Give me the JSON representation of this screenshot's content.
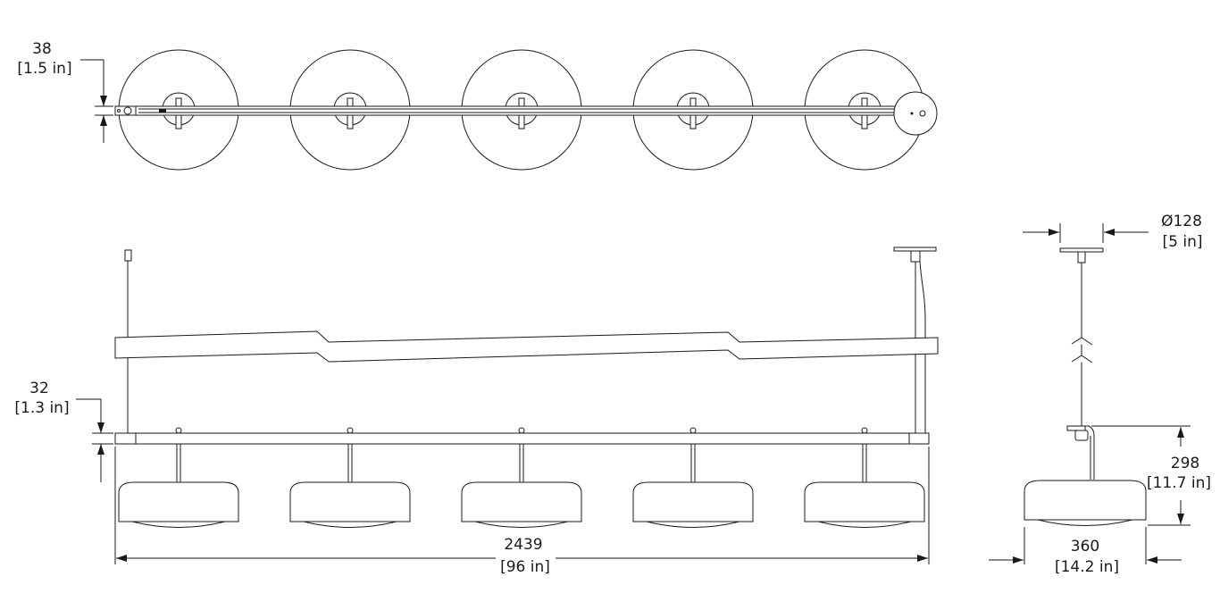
{
  "dimensions": {
    "top_bar_height": {
      "mm": "38",
      "in": "[1.5 in]"
    },
    "bar_height": {
      "mm": "32",
      "in": "[1.3 in]"
    },
    "overall_length": {
      "mm": "2439",
      "in": "[96 in]"
    },
    "canopy_diameter": {
      "mm": "Ø128",
      "in": "[5 in]"
    },
    "shade_height": {
      "mm": "298",
      "in": "[11.7 in]"
    },
    "shade_diameter": {
      "mm": "360",
      "in": "[14.2 in]"
    }
  },
  "lamp_count": 5
}
